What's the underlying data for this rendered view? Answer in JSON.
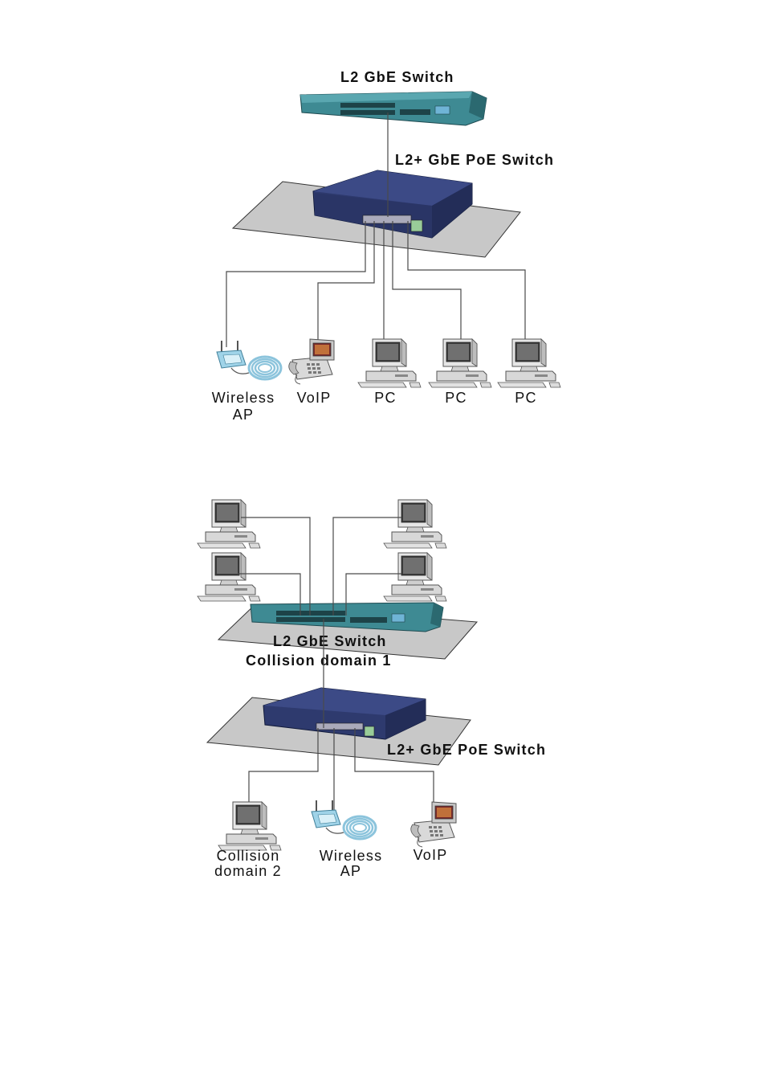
{
  "diagram1": {
    "core_switch_label": "L2 GbE Switch",
    "poe_switch_label": "L2+ GbE PoE Switch",
    "devices": [
      {
        "label_line1": "Wireless",
        "label_line2": "AP",
        "icon": "wireless-ap-icon"
      },
      {
        "label_line1": "VoIP",
        "label_line2": "",
        "icon": "voip-phone-icon"
      },
      {
        "label_line1": "PC",
        "label_line2": "",
        "icon": "pc-icon"
      },
      {
        "label_line1": "PC",
        "label_line2": "",
        "icon": "pc-icon"
      },
      {
        "label_line1": "PC",
        "label_line2": "",
        "icon": "pc-icon"
      }
    ]
  },
  "diagram2": {
    "core_switch_label": "L2 GbE Switch",
    "collision_domain_1": "Collision domain 1",
    "poe_switch_label": "L2+ GbE PoE Switch",
    "devices": [
      {
        "label_line1": "Collision",
        "label_line2": "domain 2",
        "icon": "pc-icon"
      },
      {
        "label_line1": "Wireless",
        "label_line2": "AP",
        "icon": "wireless-ap-icon"
      },
      {
        "label_line1": "VoIP",
        "label_line2": "",
        "icon": "voip-phone-icon"
      }
    ]
  },
  "colors": {
    "core_switch": "#3e8a93",
    "poe_switch": "#2e3a6e",
    "platform": "#c8c8c8",
    "wire": "#4a4a4a",
    "ap_body": "#9fd3e8",
    "cable": "#8cc4dc"
  }
}
